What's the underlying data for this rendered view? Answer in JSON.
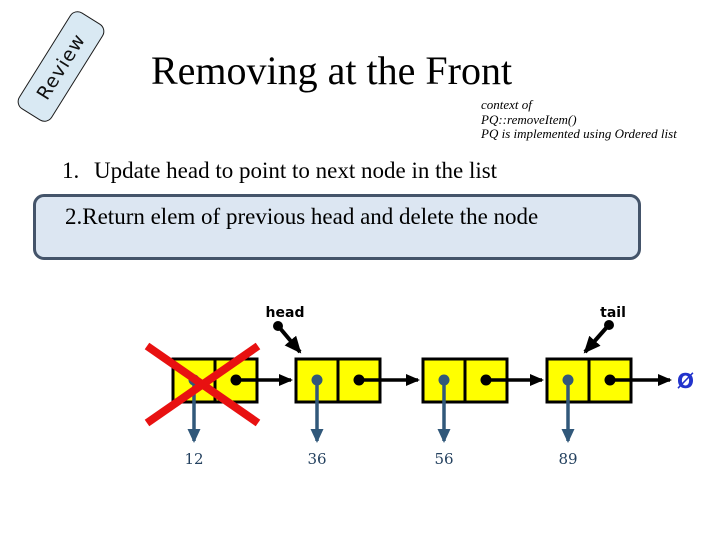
{
  "slide": {
    "ribbon_label": "Review",
    "title": "Removing at the Front",
    "context_lines": {
      "line1": "context of",
      "line2": "PQ::removeItem()",
      "line3": "PQ is implemented using Ordered list"
    },
    "steps": [
      {
        "number": "1.",
        "text": "Update head to point to next node in the list"
      },
      {
        "number": "2.",
        "text": "Return elem of previous head and delete the node"
      }
    ]
  },
  "diagram": {
    "head_label": "head",
    "tail_label": "tail",
    "null_symbol": "Ø",
    "nodes": [
      {
        "value": "12",
        "deleted": true
      },
      {
        "value": "36",
        "deleted": false
      },
      {
        "value": "56",
        "deleted": false
      },
      {
        "value": "89",
        "deleted": false
      }
    ]
  },
  "colors": {
    "node_fill": "#FFFF00",
    "node_border": "#000000",
    "delete_x": "#E81111",
    "pointer_dot_elem": "#31587A",
    "pointer_dot_next": "#000000",
    "value_text": "#24415F",
    "null_symbol": "#2233CC",
    "step_box_fill": "#DCE6F2",
    "step_box_border": "#44546A",
    "ribbon_fill": "#D9E9F3"
  }
}
